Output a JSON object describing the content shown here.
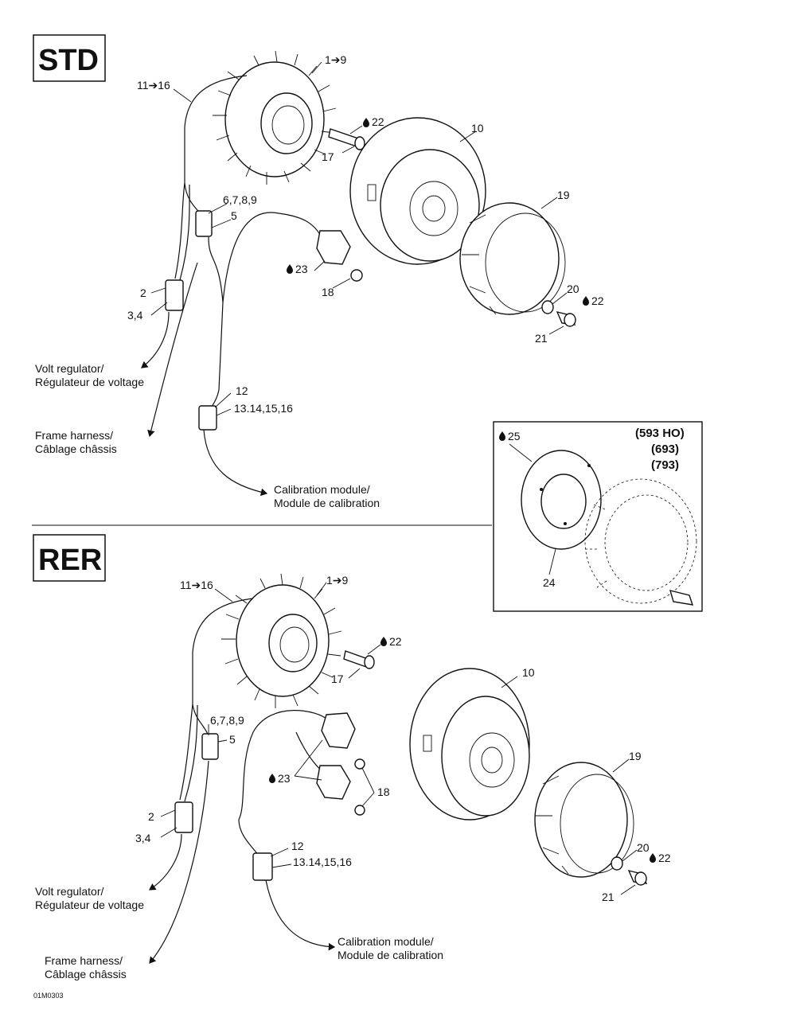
{
  "sections": {
    "std": {
      "tag": "STD",
      "callouts": {
        "stator": "1➔9",
        "harness": "11➔16",
        "screw_a": "22",
        "screw": "17",
        "flywheel": "10",
        "connector": "6,7,8,9",
        "connector_b": "5",
        "ring": "19",
        "sensor_glue": "23",
        "sensor_screw": "18",
        "plug": "2",
        "plug_b": "3,4",
        "washer": "20",
        "bolt_glue": "22",
        "bolt": "21",
        "con12": "12",
        "con13": "13.14,15,16"
      },
      "notes": {
        "volt_line1": "Volt regulator/",
        "volt_line2": "Régulateur de voltage",
        "frame_line1": "Frame harness/",
        "frame_line2": "Câblage châssis",
        "calib_line1": "Calibration module/",
        "calib_line2": "Module de calibration"
      }
    },
    "rer": {
      "tag": "RER",
      "callouts": {
        "stator": "1➔9",
        "harness": "11➔16",
        "screw_a": "22",
        "screw": "17",
        "flywheel": "10",
        "connector": "6,7,8,9",
        "connector_b": "5",
        "ring": "19",
        "sensor_glue": "23",
        "sensor_screw": "18",
        "plug": "2",
        "plug_b": "3,4",
        "washer": "20",
        "bolt_glue": "22",
        "bolt": "21",
        "con12": "12",
        "con13": "13.14,15,16"
      },
      "notes": {
        "volt_line1": "Volt regulator/",
        "volt_line2": "Régulateur de voltage",
        "frame_line1": "Frame harness/",
        "frame_line2": "Câblage châssis",
        "calib_line1": "Calibration module/",
        "calib_line2": "Module de calibration"
      }
    }
  },
  "inset": {
    "versions": [
      "(593 HO)",
      "(693)",
      "(793)"
    ],
    "glue_label": "25",
    "plate_label": "24"
  },
  "footer": {
    "code": "01M0303"
  }
}
